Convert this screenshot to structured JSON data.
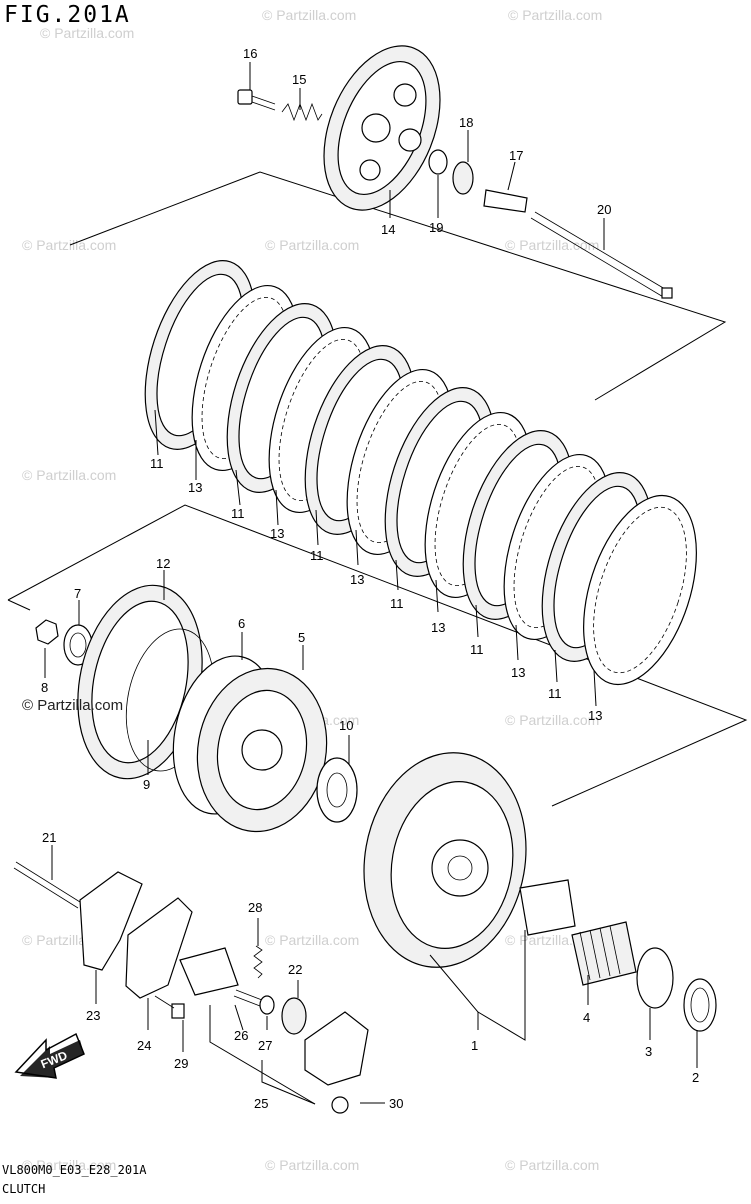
{
  "figure": {
    "title": "FIG.201A",
    "code": "VL800M0_E03_E28_201A",
    "caption": "CLUTCH"
  },
  "watermark": {
    "text": "© Partzilla.com",
    "color": "#cfcfcf"
  },
  "direction_badge": {
    "label": "FWD",
    "icon": "forward-arrow-icon"
  },
  "callouts": [
    "1",
    "2",
    "3",
    "4",
    "5",
    "6",
    "7",
    "8",
    "9",
    "10",
    "11",
    "12",
    "13",
    "14",
    "15",
    "16",
    "17",
    "18",
    "19",
    "20",
    "21",
    "22",
    "23",
    "24",
    "25",
    "26",
    "27",
    "28",
    "29",
    "30"
  ],
  "callout_11_count": 6,
  "callout_13_count": 6
}
